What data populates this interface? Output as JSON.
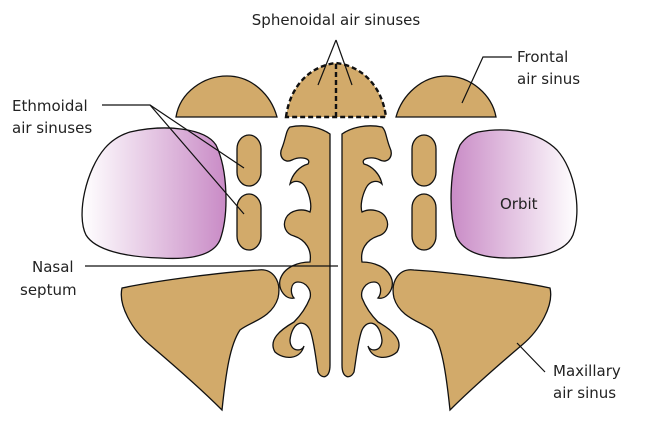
{
  "colors": {
    "sinus_fill": "#d2aa6a",
    "outline": "#111111",
    "orbit_purple": "#c98bc6",
    "orbit_light": "#ffffff",
    "background": "#ffffff"
  },
  "labels": {
    "sphenoidal": "Sphenoidal air sinuses",
    "frontal_line1": "Frontal",
    "frontal_line2": "air sinus",
    "ethmoidal_line1": "Ethmoidal",
    "ethmoidal_line2": "air sinuses",
    "orbit": "Orbit",
    "nasal_line1": "Nasal",
    "nasal_line2": "septum",
    "maxillary_line1": "Maxillary",
    "maxillary_line2": "air sinus"
  }
}
